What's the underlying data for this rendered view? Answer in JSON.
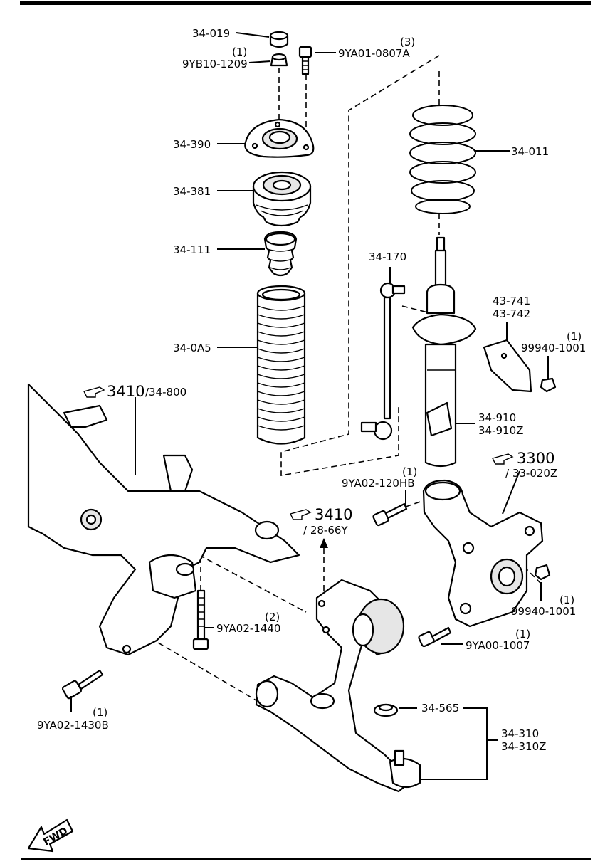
{
  "labels": {
    "p34_019": "34-019",
    "p9yb10_qty": "(1)",
    "p9yb10": "9YB10-1209",
    "p9ya01_qty": "(3)",
    "p9ya01": "9YA01-0807A",
    "p34_390": "34-390",
    "p34_011": "34-011",
    "p34_381": "34-381",
    "p34_111": "34-111",
    "p34_170": "34-170",
    "p43_741": "43-741",
    "p43_742": "43-742",
    "p99940_qty_a": "(1)",
    "p99940_a": "99940-1001",
    "p34_0a5": "34-0A5",
    "ref3410a_num": "3410",
    "ref3410a_sub": "/34-800",
    "p34_910": "34-910",
    "p34_910z": "34-910Z",
    "ref3300_num": "3300",
    "ref3300_sub": "/ 33-020Z",
    "p9ya02_120_qty": "(1)",
    "p9ya02_120": "9YA02-120HB",
    "ref3410b_num": "3410",
    "ref3410b_sub": "/ 28-66Y",
    "p99940_qty_b": "(1)",
    "p99940_b": "99940-1001",
    "p9ya02_1440_qty": "(2)",
    "p9ya02_1440": "9YA02-1440",
    "p9ya00_qty": "(1)",
    "p9ya00": "9YA00-1007",
    "p9ya02_1430_qty": "(1)",
    "p9ya02_1430": "9YA02-1430B",
    "p34_565": "34-565",
    "p34_310": "34-310",
    "p34_310z": "34-310Z",
    "fwd": "FWD"
  }
}
